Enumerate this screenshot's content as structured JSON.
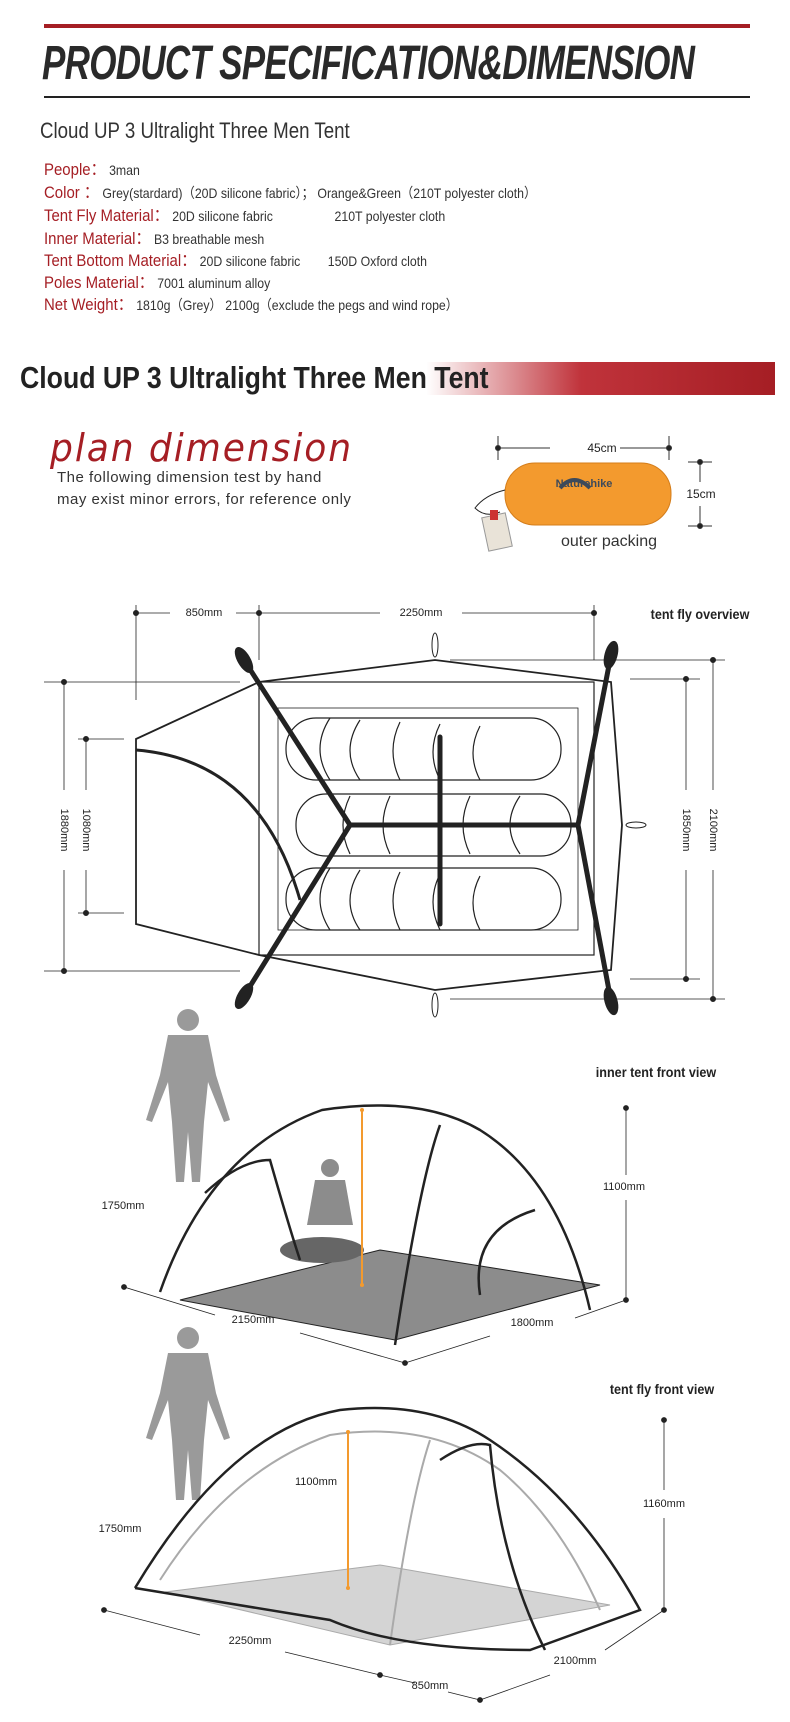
{
  "header": {
    "title": "PRODUCT SPECIFICATION&DIMENSION",
    "subtitle": "Cloud UP 3 Ultralight Three Men Tent"
  },
  "specs": [
    {
      "label": "People：",
      "value": "3man"
    },
    {
      "label": "Color  ：",
      "value": "Grey(stardard)（20D silicone fabric）； Orange&Green（210T polyester cloth）"
    },
    {
      "label": "Tent Fly Material：",
      "value": "20D silicone fabric                  210T polyester cloth"
    },
    {
      "label": "Inner Material：",
      "value": "B3 breathable mesh"
    },
    {
      "label": "Tent Bottom Material：",
      "value": "20D silicone fabric        150D Oxford cloth"
    },
    {
      "label": "Poles Material：",
      "value": "7001 aluminum alloy"
    },
    {
      "label": "Net Weight：",
      "value": "1810g（Grey） 2100g（exclude the pegs and wind rope）"
    }
  ],
  "banner": {
    "title": "Cloud UP 3 Ultralight Three Men Tent"
  },
  "plan": {
    "title": "plan dimension",
    "note_line1": "The following dimension test by hand",
    "note_line2": "may exist minor errors, for reference only"
  },
  "packing": {
    "width": "45cm",
    "height": "15cm",
    "caption": "outer packing",
    "brand": "Naturehike"
  },
  "fly_overview": {
    "title": "tent fly overview",
    "vestibule": "850mm",
    "length": "2250mm",
    "width_outer": "1880mm",
    "door": "1080mm",
    "inner_width": "1850mm",
    "total_width": "2100mm"
  },
  "inner_front": {
    "title": "inner tent front view",
    "person": "1750mm",
    "height": "1100mm",
    "length": "2150mm",
    "width": "1800mm"
  },
  "fly_front": {
    "title": "tent fly front view",
    "inner_height": "1100mm",
    "person": "1750mm",
    "height": "1160mm",
    "length": "2250mm",
    "width": "2100mm",
    "vestibule": "850mm"
  },
  "colors": {
    "accent": "#a51e24",
    "orange": "#f39a2e",
    "grey": "#9a9a9a"
  }
}
